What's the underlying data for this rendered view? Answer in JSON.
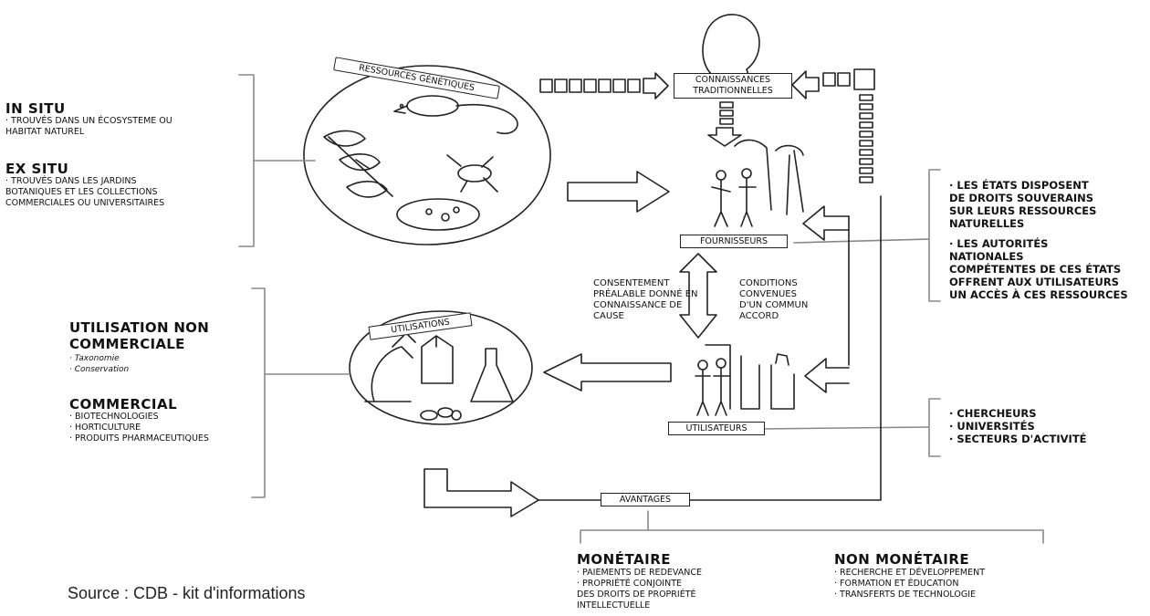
{
  "genetic_resources": {
    "banner": "RESSOURCES GÉNÉTIQUES",
    "in_situ": {
      "title": "IN SITU",
      "desc": [
        "· TROUVÉS DANS UN ÉCOSYSTEME OU",
        "HABITAT NATUREL"
      ]
    },
    "ex_situ": {
      "title": "EX SITU",
      "desc": [
        "· TROUVÉS DANS LES JARDINS",
        "BOTANIQUES ET LES COLLECTIONS",
        "COMMERCIALES OU UNIVERSITAIRES"
      ]
    }
  },
  "traditional_knowledge": {
    "line1": "CONNAISSANCES",
    "line2": "TRADITIONNELLES"
  },
  "providers": {
    "label": "FOURNISSEURS",
    "notes": [
      "· LES ÉTATS DISPOSENT",
      "DE DROITS SOUVERAINS",
      "SUR LEURS RESSOURCES",
      "NATURELLES",
      "· LES AUTORITÉS",
      "NATIONALES",
      "COMPÉTENTES DE CES ÉTATS",
      "OFFRENT AUX UTILISATEURS",
      "UN ACCÈS À CES RESSOURCES"
    ]
  },
  "exchange": {
    "pic": [
      "CONSENTEMENT",
      "PRÉALABLE DONNÉ EN",
      "CONNAISSANCE DE",
      "CAUSE"
    ],
    "mat": [
      "CONDITIONS",
      "CONVENUES",
      "D'UN COMMUN",
      "ACCORD"
    ]
  },
  "users": {
    "label": "UTILISATEURS",
    "notes": [
      "· CHERCHEURS",
      "· UNIVERSITÉS",
      "· SECTEURS D'ACTIVITÉ"
    ]
  },
  "uses": {
    "banner": "UTILISATIONS",
    "non_commercial": {
      "title": [
        "UTILISATION NON",
        "COMMERCIALE"
      ],
      "items": [
        "· Taxonomie",
        "· Conservation"
      ]
    },
    "commercial": {
      "title": "COMMERCIAL",
      "items": [
        "· BIOTECHNOLOGIES",
        "· HORTICULTURE",
        "· PRODUITS PHARMACEUTIQUES"
      ]
    }
  },
  "benefits": {
    "label": "AVANTAGES",
    "monetary": {
      "title": "MONÉTAIRE",
      "items": [
        "· PAIEMENTS DE REDEVANCE",
        "· PROPRIÉTÉ CONJOINTE",
        "DES DROITS DE PROPRIÉTÉ",
        "INTELLECTUELLE"
      ]
    },
    "non_monetary": {
      "title": "NON MONÉTAIRE",
      "items": [
        "· RECHERCHE ET DÉVELOPPEMENT",
        "· FORMATION ET ÉDUCATION",
        "· TRANSFERTS DE TECHNOLOGIE"
      ]
    }
  },
  "source": "Source : CDB - kit d'informations"
}
